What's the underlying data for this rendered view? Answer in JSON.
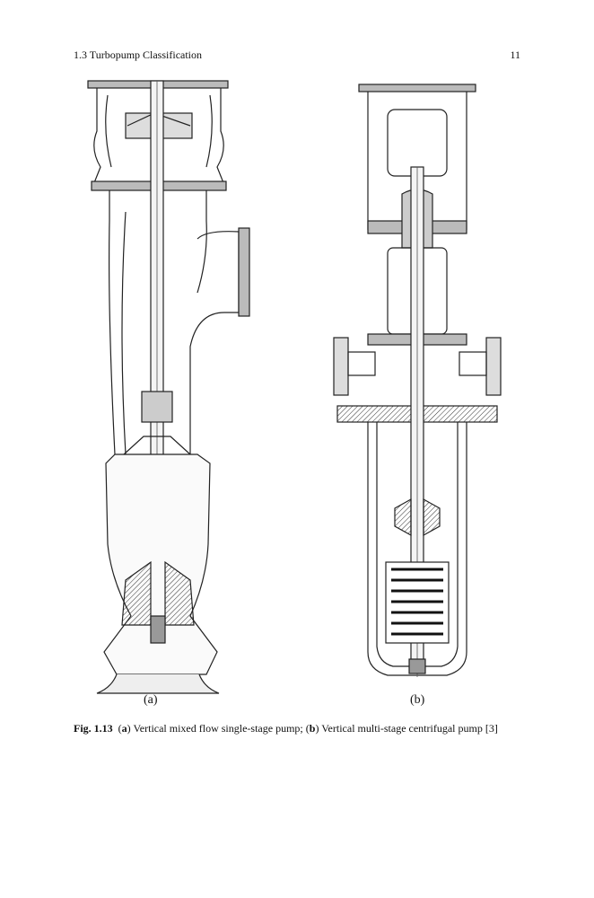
{
  "header": {
    "section": "1.3  Turbopump Classification",
    "page_number": "11"
  },
  "figure": {
    "sublabels": [
      "(a)",
      "(b)"
    ],
    "caption": {
      "number": "Fig. 1.13",
      "part_a_letter": "a",
      "part_a_text": " Vertical mixed flow single-stage pump; (",
      "part_b_letter": "b",
      "part_b_text": ") Vertical multi-stage centrifugal pump [3]"
    }
  }
}
